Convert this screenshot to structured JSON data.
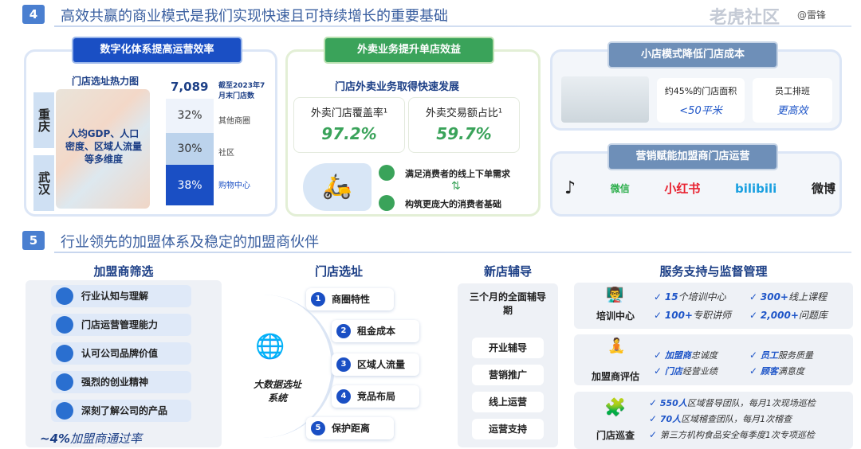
{
  "section4": {
    "number": "4",
    "title": "高效共赢的商业模式是我们实现快速且可持续增长的重要基础"
  },
  "section5": {
    "number": "5",
    "title": "行业领先的加盟体系及稳定的加盟商伙伴"
  },
  "digital": {
    "ribbon": "数字化体系提高运营效率",
    "map_title": "门店选址热力图",
    "cities": [
      "重庆",
      "武汉"
    ],
    "overlay": "人均GDP、人口密度、区域人流量等多维度",
    "total": "7,089",
    "total_note": "截至2023年7月末门店数",
    "bars": [
      {
        "pct": "32%",
        "label": "其他商圈",
        "value": 32,
        "color": "#eef3fb"
      },
      {
        "pct": "30%",
        "label": "社区",
        "value": 30,
        "color": "#bcd3ec"
      },
      {
        "pct": "38%",
        "label": "购物中心",
        "value": 38,
        "color": "#1a4fc4"
      }
    ]
  },
  "delivery": {
    "ribbon": "外卖业务提升单店效益",
    "subtitle": "门店外卖业务取得快速发展",
    "stats": [
      {
        "label": "外卖门店覆盖率¹",
        "value": "97.2%"
      },
      {
        "label": "外卖交易额占比¹",
        "value": "59.7%"
      }
    ],
    "points": [
      "满足消费者的线上下单需求",
      "构筑更庞大的消费者基础"
    ]
  },
  "small_store": {
    "ribbon": "小店模式降低门店成本",
    "cards": [
      {
        "top": "约45%的门店面积",
        "bottom": "<50平米"
      },
      {
        "top": "员工排班",
        "bottom": "更高效"
      }
    ]
  },
  "marketing": {
    "ribbon": "营销赋能加盟商门店运营",
    "platforms": [
      "♪",
      "微信",
      "小红书",
      "bilibili",
      "微博"
    ]
  },
  "screening": {
    "title": "加盟商筛选",
    "items": [
      "行业认知与理解",
      "门店运营管理能力",
      "认可公司品牌价值",
      "强烈的创业精神",
      "深刻了解公司的产品"
    ],
    "rate": "~4%",
    "rate_label": "加盟商通过率"
  },
  "site": {
    "title": "门店选址",
    "system": "大数据选址系统",
    "items": [
      "商圈特性",
      "租金成本",
      "区域人流量",
      "竞品布局",
      "保护距离"
    ]
  },
  "coaching": {
    "title": "新店辅导",
    "period": "三个月的全面辅导期",
    "items": [
      "开业辅导",
      "营销推广",
      "线上运营",
      "运营支持"
    ]
  },
  "support": {
    "title": "服务支持与监督管理",
    "training": {
      "label": "培训中心",
      "items": [
        {
          "b": "15",
          "t": "个培训中心"
        },
        {
          "b": "300+",
          "t": "线上课程"
        },
        {
          "b": "100+",
          "t": "专职讲师"
        },
        {
          "b": "2,000+",
          "t": "问题库"
        }
      ]
    },
    "evaluation": {
      "label": "加盟商评估",
      "items": [
        {
          "b": "加盟商",
          "t": "忠诚度"
        },
        {
          "b": "员工",
          "t": "服务质量"
        },
        {
          "b": "门店",
          "t": "经营业绩"
        },
        {
          "b": "顾客",
          "t": "满意度"
        }
      ]
    },
    "inspection": {
      "label": "门店巡查",
      "items": [
        {
          "b": "550人",
          "t": "区域督导团队，每月1次现场巡检"
        },
        {
          "b": "70人",
          "t": "区域稽查团队，每月1次稽查"
        },
        {
          "b": "",
          "t": "第三方机构食品安全每季度1次专项巡检"
        }
      ]
    }
  },
  "watermark": {
    "text": "老虎社区",
    "handle": "@雷锋"
  }
}
